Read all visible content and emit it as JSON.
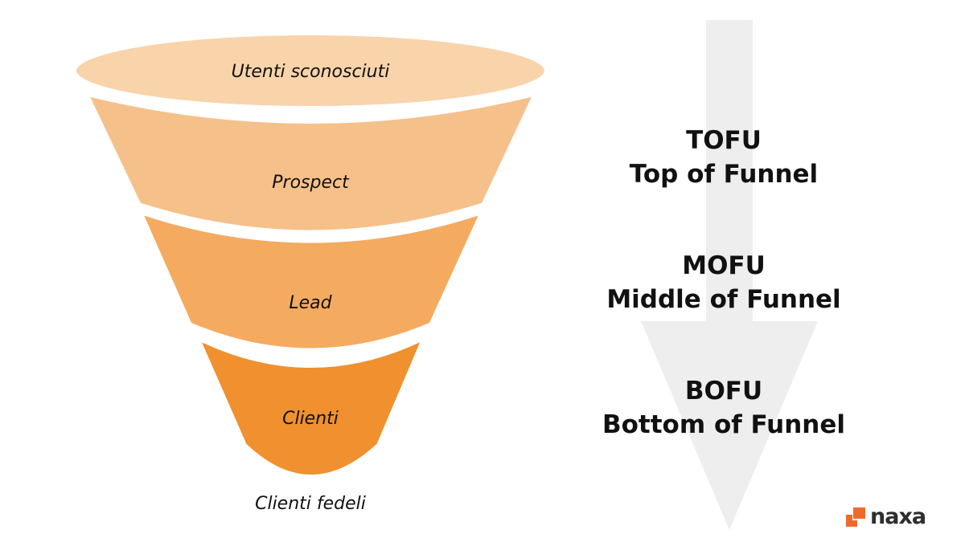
{
  "funnel": {
    "levels": [
      {
        "label": "Utenti sconosciuti",
        "color": "#f9d3aa"
      },
      {
        "label": "Prospect",
        "color": "#f6c08a"
      },
      {
        "label": "Lead",
        "color": "#f4aa5f"
      },
      {
        "label": "Clienti",
        "color": "#f0902e"
      }
    ],
    "bottom_label": "Clienti fedeli"
  },
  "stages": [
    {
      "acronym": "TOFU",
      "name": "Top of Funnel"
    },
    {
      "acronym": "MOFU",
      "name": "Middle of Funnel"
    },
    {
      "acronym": "BOFU",
      "name": "Bottom of Funnel"
    }
  ],
  "arrow_color": "#eeeeee",
  "logo": {
    "text": "naxa",
    "accent": "#ee6a2c"
  }
}
